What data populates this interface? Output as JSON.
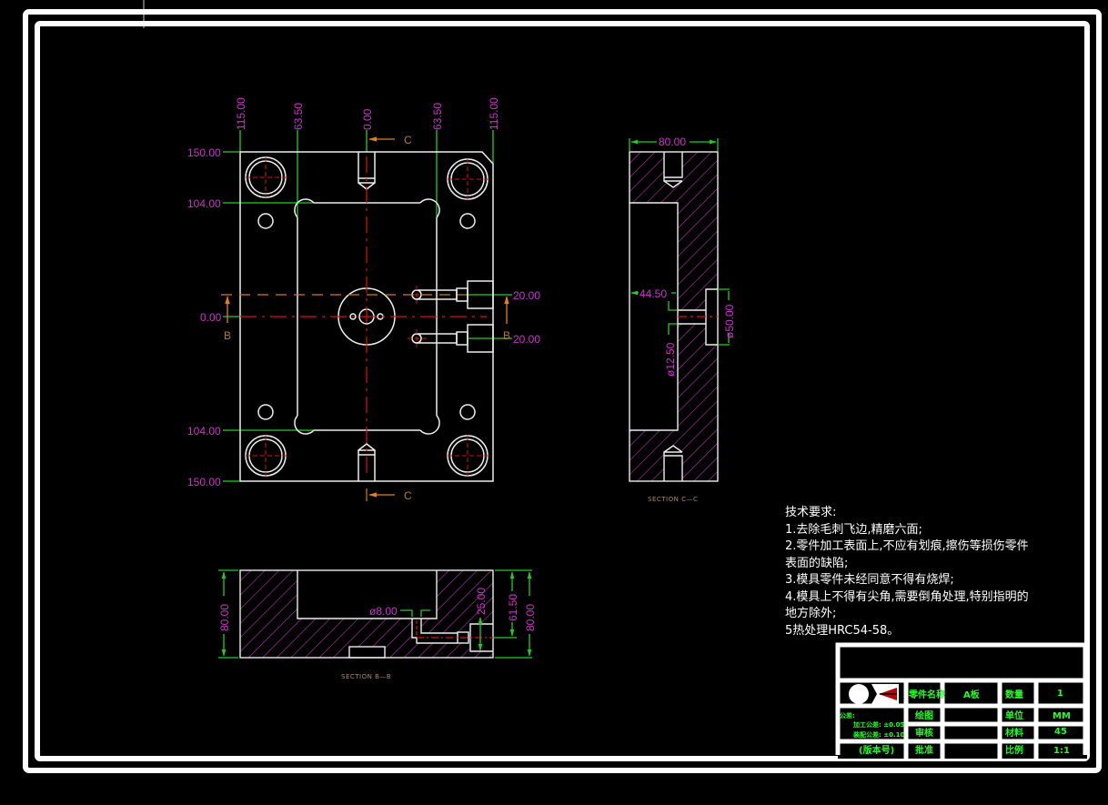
{
  "drawing": {
    "plan_view": {
      "dims_top": [
        "115.00",
        "63.50",
        "0.00",
        "63.50",
        "115.00"
      ],
      "dims_left": [
        "150.00",
        "104.00",
        "0.00",
        "104.00",
        "150.00"
      ],
      "dims_right": [
        "20.00",
        "20.00"
      ],
      "section_marks": {
        "c_top": "C",
        "c_bottom": "C",
        "b_left": "B",
        "b_right": "B"
      }
    },
    "section_c": {
      "title": "SECTION C—C",
      "width_dim": "80.00",
      "depth_dim": "44.50",
      "bore_small": "ø12.50",
      "bore_large": "ø50.00"
    },
    "section_b": {
      "title": "SECTION B—B",
      "height_left": "80.00",
      "hole_dim": "ø8.00",
      "depth_25": "25.00",
      "depth_61": "61.50",
      "height_right": "80.00"
    }
  },
  "tech_requirements": {
    "heading": "技术要求:",
    "lines": [
      "1.去除毛刺飞边,精磨六面;",
      "2.零件加工表面上,不应有划痕,擦伤等损伤零件",
      "表面的缺陷;",
      "3.模具零件未经同意不得有烧焊;",
      "4.模具上不得有尖角,需要倒角处理,特别指明的",
      "地方除外;",
      "5热处理HRC54-58。"
    ]
  },
  "title_block": {
    "part_name_label": "零件名称",
    "part_name_value": "A板",
    "quantity_label": "数量",
    "quantity_value": "1",
    "drawn_label": "绘图",
    "unit_label": "单位",
    "unit_value": "MM",
    "review_label": "审核",
    "material_label": "材料",
    "material_value": "45",
    "approve_label": "批准",
    "scale_label": "比例",
    "scale_value": "1:1",
    "tolerance_label": "公差:",
    "tol_line1": "加工公差: ±0.05",
    "tol_line2": "装配公差: ±0.10",
    "version_label": "(版本号)"
  },
  "colors": {
    "outline": "#ffffff",
    "dimension_line": "#22cc22",
    "dimension_text": "#d030d0",
    "center_line": "#dd1111",
    "section_line": "#d07a20",
    "hatch": "#b030b0",
    "title_text": "#22ff22"
  }
}
